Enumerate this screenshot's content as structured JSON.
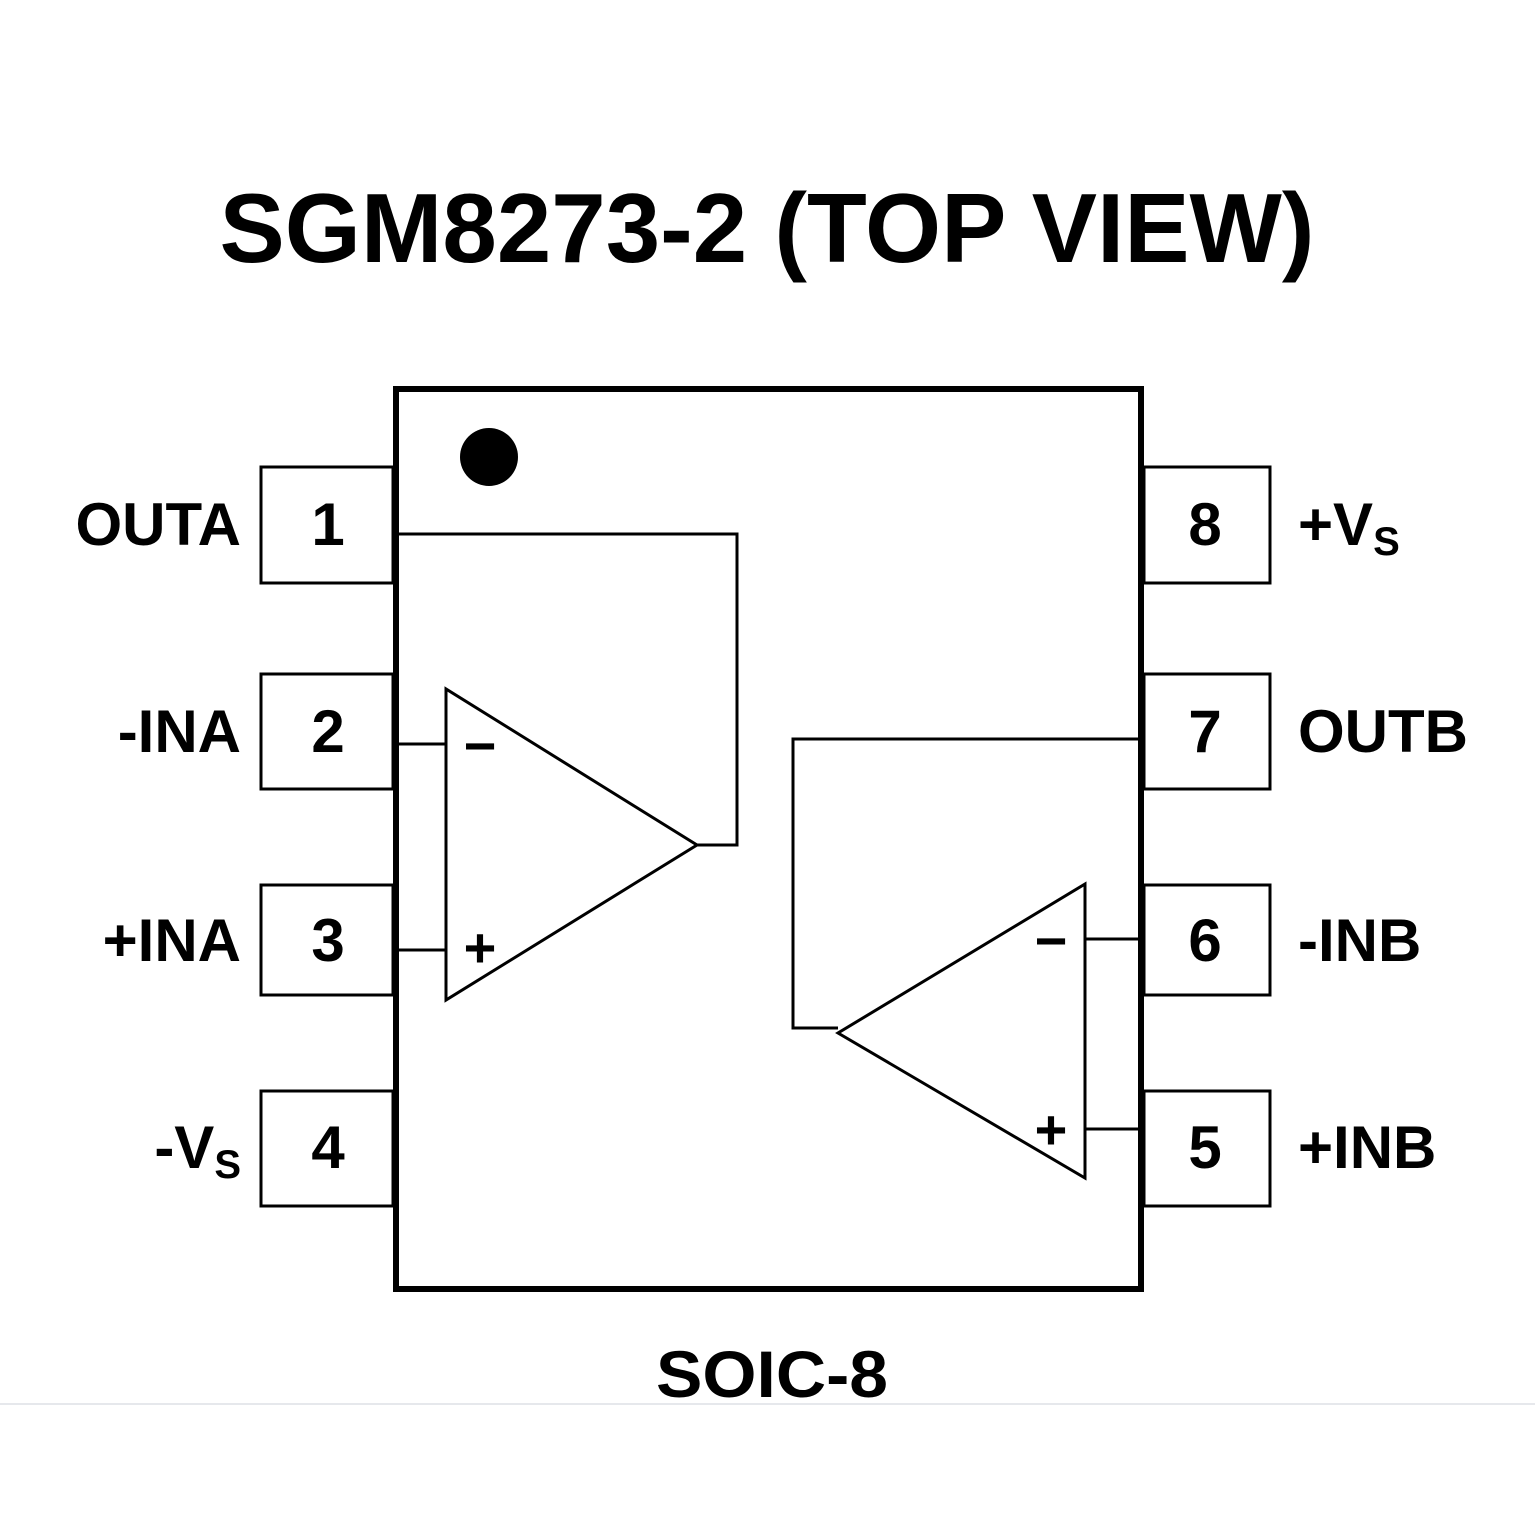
{
  "title": "SGM8273-2 (TOP VIEW)",
  "package": "SOIC-8",
  "pins": {
    "p1": {
      "num": "1",
      "label": "OUTA",
      "sub": ""
    },
    "p2": {
      "num": "2",
      "label": "-INA",
      "sub": ""
    },
    "p3": {
      "num": "3",
      "label": "+INA",
      "sub": ""
    },
    "p4": {
      "num": "4",
      "label": "-V",
      "sub": "S"
    },
    "p5": {
      "num": "5",
      "label": "+INB",
      "sub": ""
    },
    "p6": {
      "num": "6",
      "label": "-INB",
      "sub": ""
    },
    "p7": {
      "num": "7",
      "label": "OUTB",
      "sub": ""
    },
    "p8": {
      "num": "8",
      "label": "+V",
      "sub": "S"
    }
  },
  "opamp_signs": {
    "minus": "−",
    "plus": "+"
  }
}
